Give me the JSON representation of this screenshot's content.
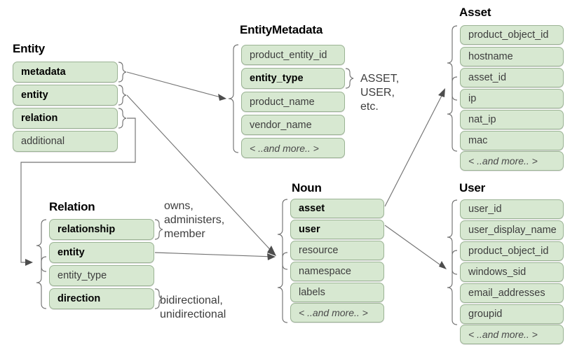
{
  "diagram": {
    "title_visible": false,
    "accent_fill": "#d7e8d1",
    "accent_border": "#9bb394",
    "connector_color": "#737373"
  },
  "groups": {
    "entity": {
      "title": "Entity",
      "fields": [
        {
          "label": "metadata",
          "emphasis": "bold"
        },
        {
          "label": "entity",
          "emphasis": "bold"
        },
        {
          "label": "relation",
          "emphasis": "bold"
        },
        {
          "label": "additional",
          "emphasis": "normal"
        }
      ]
    },
    "entity_metadata": {
      "title": "EntityMetadata",
      "fields": [
        {
          "label": "product_entity_id",
          "emphasis": "normal"
        },
        {
          "label": "entity_type",
          "emphasis": "bold"
        },
        {
          "label": "product_name",
          "emphasis": "normal"
        },
        {
          "label": "vendor_name",
          "emphasis": "normal"
        },
        {
          "label": "< ..and more.. >",
          "emphasis": "more"
        }
      ]
    },
    "asset": {
      "title": "Asset",
      "fields": [
        {
          "label": "product_object_id",
          "emphasis": "normal"
        },
        {
          "label": "hostname",
          "emphasis": "normal"
        },
        {
          "label": "asset_id",
          "emphasis": "normal"
        },
        {
          "label": "ip",
          "emphasis": "normal"
        },
        {
          "label": "nat_ip",
          "emphasis": "normal"
        },
        {
          "label": "mac",
          "emphasis": "normal"
        },
        {
          "label": "< ..and more.. >",
          "emphasis": "more"
        }
      ]
    },
    "relation": {
      "title": "Relation",
      "fields": [
        {
          "label": "relationship",
          "emphasis": "bold"
        },
        {
          "label": "entity",
          "emphasis": "bold"
        },
        {
          "label": "entity_type",
          "emphasis": "normal"
        },
        {
          "label": "direction",
          "emphasis": "bold"
        }
      ]
    },
    "noun": {
      "title": "Noun",
      "fields": [
        {
          "label": "asset",
          "emphasis": "bold"
        },
        {
          "label": "user",
          "emphasis": "bold"
        },
        {
          "label": "resource",
          "emphasis": "normal"
        },
        {
          "label": "namespace",
          "emphasis": "normal"
        },
        {
          "label": "labels",
          "emphasis": "normal"
        },
        {
          "label": "< ..and more.. >",
          "emphasis": "more"
        }
      ]
    },
    "user": {
      "title": "User",
      "fields": [
        {
          "label": "user_id",
          "emphasis": "normal"
        },
        {
          "label": "user_display_name",
          "emphasis": "normal"
        },
        {
          "label": "product_object_id",
          "emphasis": "normal"
        },
        {
          "label": "windows_sid",
          "emphasis": "normal"
        },
        {
          "label": "email_addresses",
          "emphasis": "normal"
        },
        {
          "label": "groupid",
          "emphasis": "normal"
        },
        {
          "label": "< ..and more.. >",
          "emphasis": "more"
        }
      ]
    }
  },
  "notes": {
    "entity_type_values": "ASSET,\nUSER,\netc.",
    "relationship_values": "owns,\nadministers,\nmember",
    "direction_values": "bidirectional,\nunidirectional"
  }
}
